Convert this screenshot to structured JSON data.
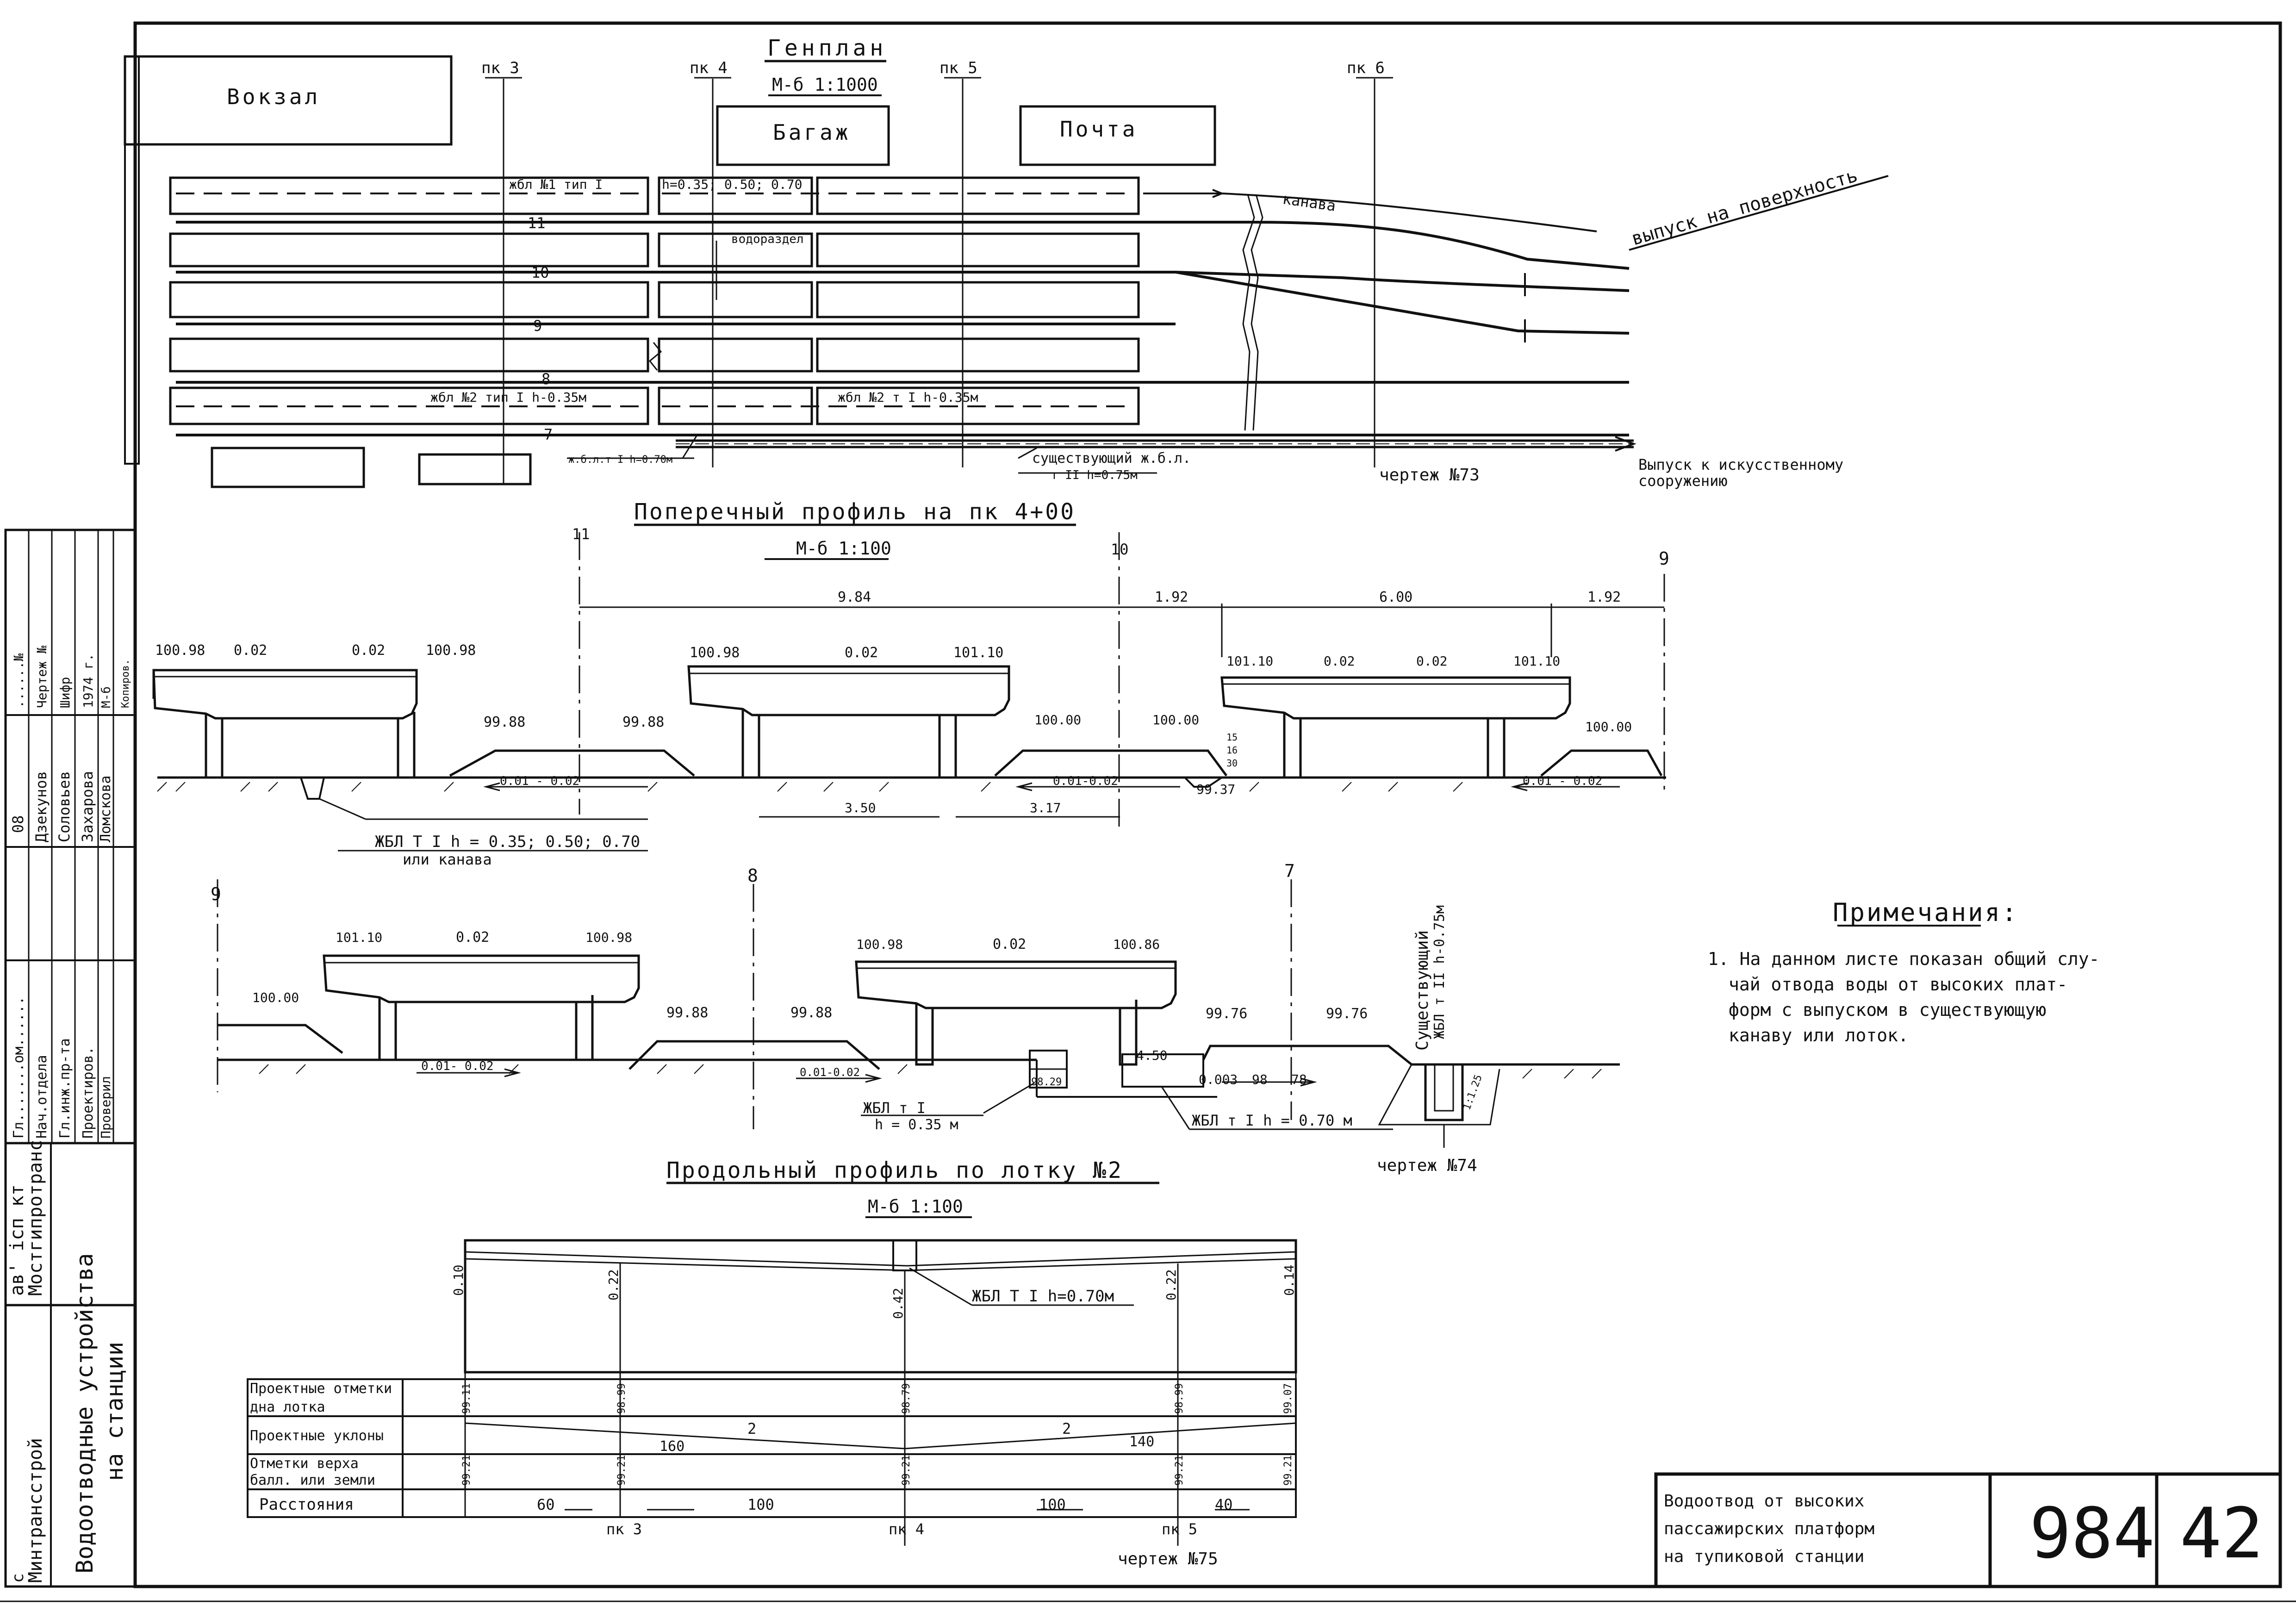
{
  "genplan": {
    "title": "Генплан",
    "scale": "М-б 1:1000",
    "station": "Вокзал",
    "baggage": "Багаж",
    "post": "Почта",
    "pk3": "пк 3",
    "pk4": "пк 4",
    "pk5": "пк 5",
    "pk6": "пк 6",
    "track11": "11",
    "track10": "10",
    "track9": "9",
    "track8": "8",
    "track7": "7",
    "tray1": "жбл №1 тип I",
    "tray1_heights": "h=0.35; 0.50; 0.70",
    "watershed": "водораздел",
    "tray2a": "жбл №2  тип I  h-0.35м",
    "tray2b": "жбл №2  т I   h-0.35м",
    "small_tray": "ж.б.л.т I h=0.70м",
    "existing_tray_1": "существующий ж.б.л.",
    "existing_tray_2": "т II  h=0.75м",
    "ditch": "канава",
    "outlet_surface": "выпуск на поверхность",
    "outlet_structure_1": "Выпуск к искусственному",
    "outlet_structure_2": "сооружению",
    "drawing73": "чертеж №73"
  },
  "cross": {
    "title": "Поперечный профиль на пк 4+00",
    "scale": "М-б 1:100",
    "axis11": "11",
    "axis10": "10",
    "axis9": "9",
    "dim1": "9.84",
    "dim2": "1.92",
    "dim3": "6.00",
    "dim4": "1.92",
    "p1_left": "100.98",
    "p1_s1": "0.02",
    "p1_s2": "0.02",
    "p1_right": "100.98",
    "p2_left": "100.98",
    "p2_s": "0.02",
    "p2_right": "101.10",
    "p3_left": "101.10",
    "p3_s1": "0.02",
    "p3_s2": "0.02",
    "p3_right": "101.10",
    "rail_a1": "99.88",
    "rail_a2": "99.88",
    "rail_b1": "100.00",
    "rail_b2": "100.00",
    "rail_c": "100.00",
    "slope1": "0.01 - 0.02",
    "slope2": "0.01-0.02",
    "slope3": "0.01 - 0.02",
    "dim_350": "3.50",
    "dim_317": "3.17",
    "elev_9937": "99.37",
    "small15": "15",
    "small16": "16",
    "small30": "30",
    "tray_note_1": "ЖБЛ Т I  h = 0.35; 0.50; 0.70",
    "tray_note_2": "или канава"
  },
  "cross2": {
    "axis9": "9",
    "axis8": "8",
    "axis7": "7",
    "p1_left": "101.10",
    "p1_s": "0.02",
    "p1_right": "100.98",
    "p2_left": "100.98",
    "p2_s": "0.02",
    "p2_right": "100.86",
    "rail_left": "100.00",
    "rail_m1": "99.88",
    "rail_m2": "99.88",
    "rail_r1": "99.76",
    "rail_r2": "99.76",
    "slope1": "0.01- 0.02",
    "slope2": "0.01-0.02",
    "val_9829": "98.29",
    "val_450": "4.50",
    "val_0003": "0.003",
    "val_98": "98",
    "val_78": "78",
    "val_1125": "1:1.25",
    "tray_a1": "ЖБЛ  т I",
    "tray_a2": "h = 0.35 м",
    "tray_b": "ЖБЛ т I  h = 0.70 м",
    "existing_1": "Существующий",
    "existing_2": "ЖБЛ т II h-0.75м",
    "drawing74": "чертеж №74"
  },
  "long": {
    "title": "Продольный профиль по лотку №2",
    "scale": "М-б 1:100",
    "depth_1": "0.10",
    "depth_2": "0.22",
    "depth_3": "0.42",
    "depth_4": "0.22",
    "depth_5": "0.14",
    "tray_label": "ЖБЛ Т I  h=0.70м",
    "row1_a": "Проектные отметки",
    "row1_b": "дна лотка",
    "row2": "Проектные уклоны",
    "row3_a": "Отметки верха",
    "row3_b": "балл. или земли",
    "row4": "Расстояния",
    "bottom_1": "99.11",
    "bottom_2": "98.99",
    "bottom_3": "98.79",
    "bottom_4": "98.99",
    "bottom_5": "99.07",
    "grade_1": "2",
    "grade_1_len": "160",
    "grade_2": "2",
    "grade_2_len": "140",
    "top_1": "99.21",
    "top_2": "99.21",
    "top_3": "99.21",
    "top_4": "99.21",
    "top_5": "99.21",
    "dist_1": "60",
    "dist_2": "100",
    "dist_3": "100",
    "dist_4": "40",
    "pk3": "пк 3",
    "pk4": "пк 4",
    "pk5": "пк 5",
    "drawing75": "чертеж №75"
  },
  "notes": {
    "title": "Примечания:",
    "line1": "1. На данном листе показан общий слу-",
    "line2": "чай отвода воды от высоких плат-",
    "line3": "форм с выпуском в  существующую",
    "line4": "канаву или лоток."
  },
  "titleblock": {
    "desc1": "Водоотвод от высоких",
    "desc2": "пассажирских платформ",
    "desc3": "на тупиковой станции",
    "album": "984",
    "sheet": "42"
  },
  "stamp": {
    "org1": "с",
    "org2": "Минтрансстрой",
    "org3": "ав'   iсп   кт",
    "org4": "Мостгипротранс",
    "proj1": "Водоотводные  устройства",
    "proj2": "на  станции",
    "r1_role": "Гл.......ом......",
    "r1_name": "08",
    "r1_extra": "......№",
    "r2_role": "Нач.отдела",
    "r2_name": "Дзекунов",
    "r2_extra": "Чертеж №",
    "r3_role": "Гл.инж.пр-та",
    "r3_name": "Соловьев",
    "r3_extra": "Шифр",
    "r4_role": "Проектиров.",
    "r4_name": "Захарова",
    "r4_extra": "1974 г.",
    "r5_role": "Проверил",
    "r5_name": "Ломскова",
    "r5_extra": "М-б",
    "copied": "Копиров."
  }
}
